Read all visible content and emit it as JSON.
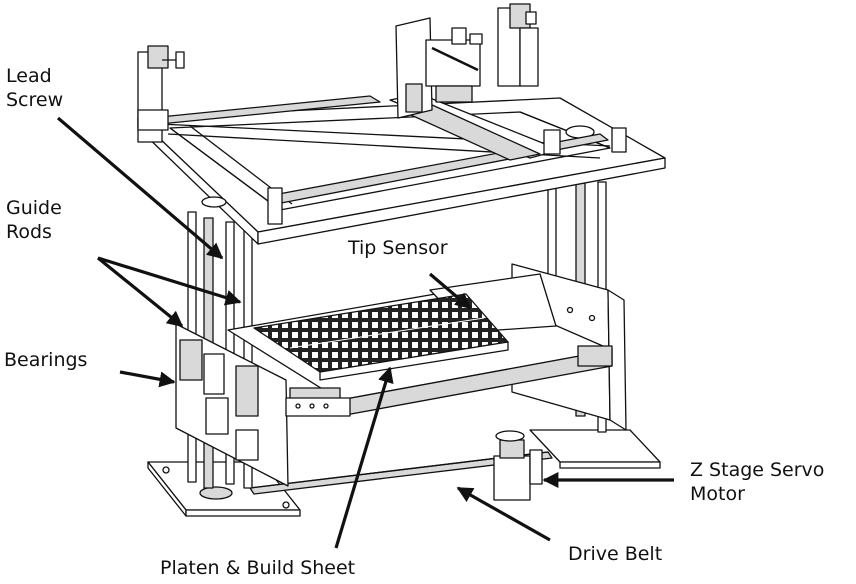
{
  "labels": {
    "lead_screw": [
      "Lead",
      "Screw"
    ],
    "guide_rods": [
      "Guide",
      "Rods"
    ],
    "bearings": "Bearings",
    "tip_sensor": "Tip Sensor",
    "z_stage_servo_motor": [
      "Z Stage Servo",
      "Motor"
    ],
    "drive_belt": "Drive Belt",
    "platen_build_sheet": "Platen & Build Sheet"
  },
  "colors": {
    "ink": "#111111",
    "background": "#ffffff",
    "panel": "#ffffff",
    "shade": "#d9d9d9"
  }
}
